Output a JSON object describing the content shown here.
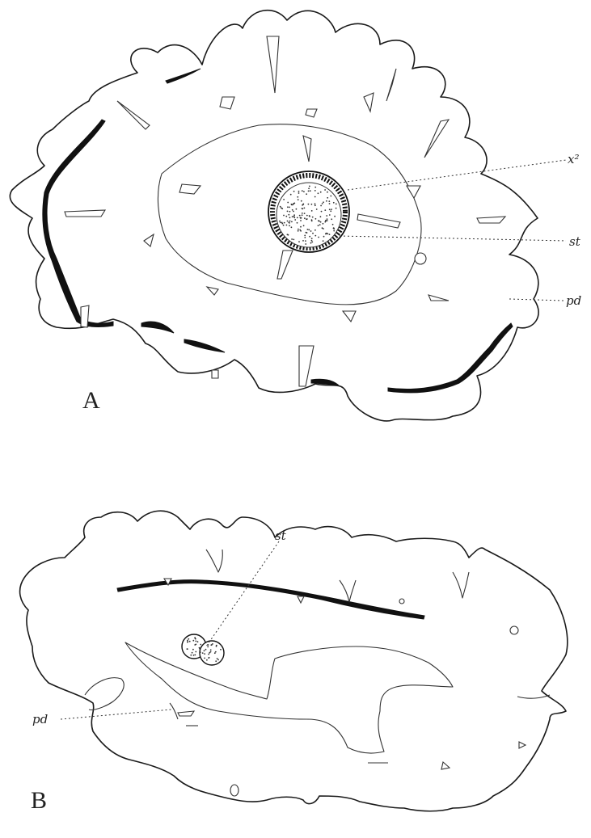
{
  "figure_a": {
    "letter": "A",
    "labels": {
      "x2": "x²",
      "st": "st",
      "pd": "pd"
    }
  },
  "figure_b": {
    "letter": "B",
    "labels": {
      "st": "st",
      "pd": "pd"
    }
  }
}
